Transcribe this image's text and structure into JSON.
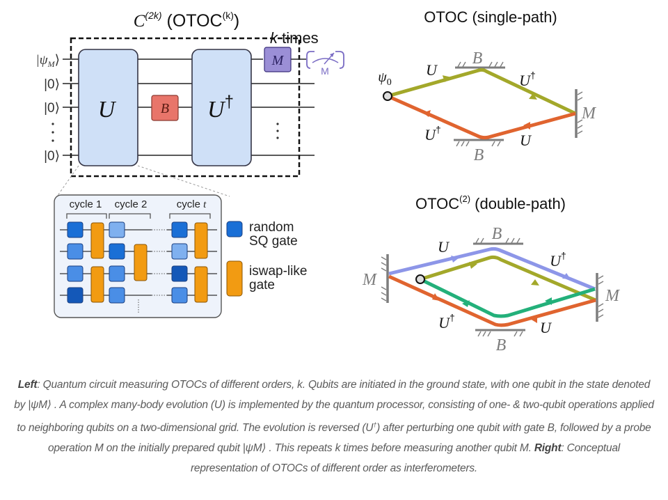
{
  "circuit": {
    "title_main": "C",
    "title_sup1": "(2k)",
    "title_mid": " (OTOC",
    "title_sup2": "(k)",
    "title_end": ")",
    "repeat_label_italic": "k",
    "repeat_label": " times",
    "qubit_labels": [
      "|ψ",
      "M",
      "⟩",
      "|0⟩",
      "|0⟩",
      "|0⟩"
    ],
    "gates": {
      "forward": "U",
      "backward": "U",
      "backward_sup": "†",
      "perturb": "B",
      "probe": "M",
      "meter_label": "M"
    },
    "colors": {
      "unitary_fill": "#cfe0f7",
      "perturb_fill": "#e8756a",
      "probe_fill": "#9b8fd6",
      "meter": "#7a6cc4"
    }
  },
  "inset": {
    "cycles": [
      "cycle 1",
      "cycle 2",
      "cycle "
    ],
    "cycle_last_italic": "t",
    "legend": [
      {
        "line1": "random",
        "line2": "SQ gate",
        "color": "#1a6fd6"
      },
      {
        "line1": "iswap-like",
        "line2": "gate",
        "color": "#f29b12"
      }
    ]
  },
  "single_path": {
    "title": "OTOC  (single-path)",
    "labels": {
      "psi": "ψ",
      "psi_sub": "0",
      "U_top": "U",
      "Udag_top": "U",
      "B_top": "B",
      "M": "M",
      "Udag_bottom": "U",
      "U_bottom": "U",
      "B_bottom": "B",
      "dagger": "†"
    },
    "colors": {
      "forward": "#a3a82a",
      "backward": "#e0642f",
      "mirror": "#7d7d7d"
    }
  },
  "double_path": {
    "title_pre": "OTOC",
    "title_sup": "(2)",
    "title_post": "  (double-path)",
    "labels": {
      "U_top": "U",
      "Udag_top": "U",
      "B_top": "B",
      "M_left": "M",
      "M_right": "M",
      "Udag_bottom": "U",
      "U_bottom": "U",
      "B_bottom": "B",
      "dagger": "†"
    },
    "colors": {
      "blue": "#8d96e8",
      "olive": "#a3a82a",
      "green": "#23b07a",
      "orange": "#e0642f"
    }
  },
  "caption": {
    "left_bold": "Left",
    "part1": ": Quantum circuit measuring OTOCs of different orders, k. Qubits are initiated in the ground state, with one qubit in the state denoted by |ψM⟩ . A complex many-body evolution (U) is implemented by the quantum processor, consisting of one- & two-qubit operations applied to neighboring qubits on a two-dimensional grid. The evolution is reversed (U",
    "dagger": "†",
    "part2": ") after perturbing one qubit with gate B, followed by a probe operation M on the initially prepared qubit |ψM⟩ . This repeats k times before measuring another qubit M. ",
    "right_bold": "Right",
    "part3": ": Conceptual representation of OTOCs of different order as interferometers."
  }
}
